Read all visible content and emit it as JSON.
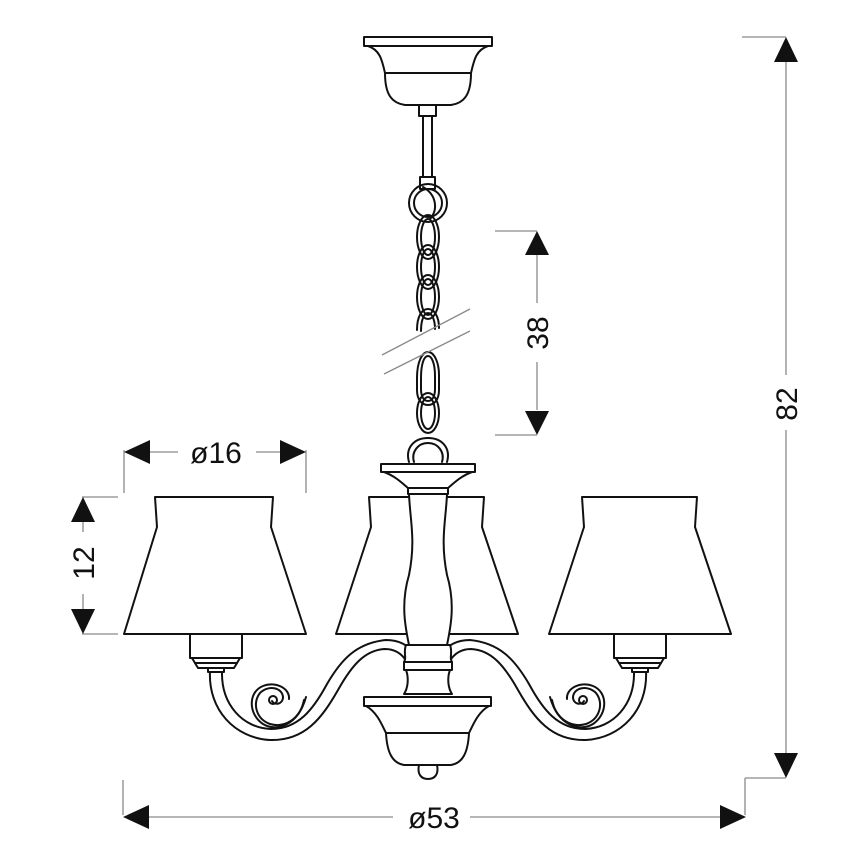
{
  "drawing": {
    "subject": "three-arm chandelier with tapered shades",
    "line_color": "#111111",
    "dimension_line_color": "#8a8a8a",
    "background": "#ffffff"
  },
  "dimensions": {
    "total_height": {
      "label": "82",
      "unit_hint": "cm"
    },
    "chain_length": {
      "label": "38",
      "unit_hint": "cm"
    },
    "shade_diameter": {
      "label": "ø16",
      "unit_hint": "cm"
    },
    "shade_height": {
      "label": "12",
      "unit_hint": "cm"
    },
    "total_diameter": {
      "label": "ø53",
      "unit_hint": "cm"
    }
  },
  "components": [
    "ceiling-canopy",
    "rod",
    "chain",
    "chain-break-mark",
    "central-column",
    "arms",
    "shades",
    "bottom-bowl",
    "finial"
  ]
}
